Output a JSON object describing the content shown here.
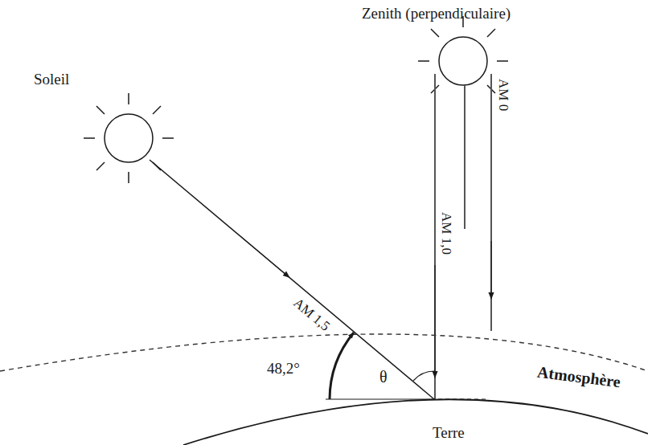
{
  "diagram": {
    "labels": [
      "Zenith (perpendiculaire)",
      "Soleil",
      "AM 1,5",
      "AM 1,0",
      "AM 0",
      "48,2°",
      "θ",
      "Atmosphère",
      "Terre"
    ]
  }
}
